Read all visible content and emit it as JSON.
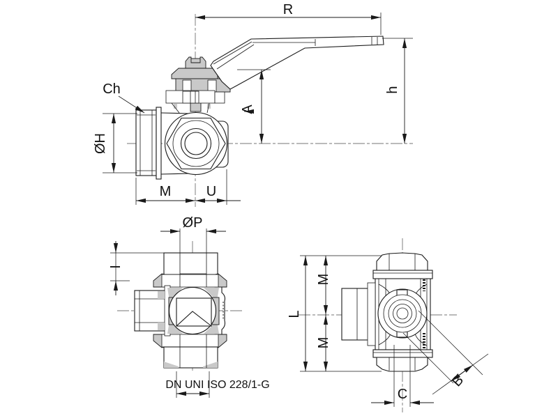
{
  "drawing": {
    "type": "technical-drawing-ball-valve",
    "colors": {
      "line": "#1a1a1a",
      "section_fill": "#c9c9c9",
      "background": "#ffffff"
    },
    "views": {
      "side": {
        "dims": {
          "r": "R",
          "h": "h",
          "a": "A",
          "ch": "Ch",
          "oh": "ØH",
          "m": "M",
          "u": "U"
        }
      },
      "section": {
        "dims": {
          "op": "ØP",
          "i": "I"
        },
        "thread_note": "DN UNI ISO 228/1-G"
      },
      "front": {
        "dims": {
          "l": "L",
          "m_top": "M",
          "m_bottom": "M",
          "b": "B",
          "c": "C"
        }
      }
    }
  }
}
